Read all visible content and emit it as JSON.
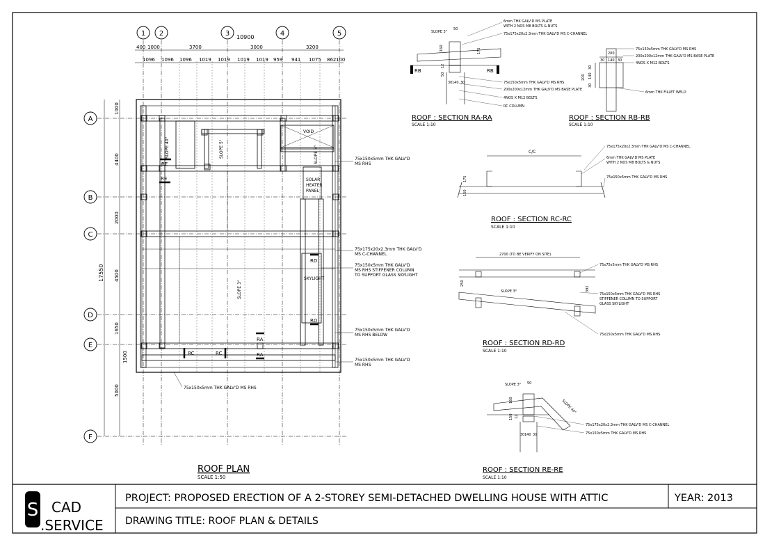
{
  "plan": {
    "title": "ROOF PLAN",
    "scale": "SCALE 1:50",
    "grid_cols": [
      "1",
      "2",
      "3",
      "4",
      "5"
    ],
    "grid_rows": [
      "A",
      "B",
      "C",
      "D",
      "E",
      "F"
    ],
    "overall_width": "10900",
    "overall_length": "17550",
    "col_dims_top": [
      "400",
      "1000",
      "3700",
      "3000",
      "3200",
      "100"
    ],
    "col_dims_sub": [
      "1096",
      "1096",
      "1096",
      "1019",
      "1019",
      "1019",
      "1019",
      "959",
      "941",
      "1075",
      "862"
    ],
    "row_dims": [
      "1000",
      "4400",
      "2000",
      "4500",
      "1650",
      "1500",
      "5000"
    ],
    "labels": {
      "void": "VOID",
      "solar": [
        "SOLAR",
        "HEATER",
        "PANEL"
      ],
      "skylight": "SKYLIGHT",
      "slope_40": "SLOPE 40°",
      "slope_5a": "SLOPE 5°",
      "slope_5b": "SLOPE 5°",
      "slope_3": "SLOPE 3°"
    },
    "tags": {
      "re1": "RE",
      "re2": "RE",
      "rd1": "RD",
      "rd2": "RD",
      "ra1": "RA",
      "ra2": "RA",
      "rc1": "RC",
      "rc2": "RC"
    },
    "notes": {
      "n1": [
        "75x150x5mm THK GALV'D",
        "MS RHS"
      ],
      "n2": [
        "75x175x20x2.3mm THK GALV'D",
        "MS C-CHANNEL"
      ],
      "n3": [
        "75x150x5mm THK GALV'D",
        "MS RHS STIFFENER COLUMN",
        "TO SUPPORT GLASS SKYLIGHT"
      ],
      "n4": [
        "75x150x5mm THK GALV'D",
        "MS RHS BELOW"
      ],
      "n5": [
        "75x150x5mm THK GALV'D",
        "MS RHS"
      ],
      "n6": "75x150x5mm THK GALV'D MS RHS"
    }
  },
  "sections": {
    "ra": {
      "title": "ROOF : SECTION RA-RA",
      "scale": "SCALE 1:10",
      "slope": "SLOPE 3°",
      "rb": "RB",
      "notes": [
        "6mm THK GALV'D MS PLATE",
        "WITH 2 NOS M8 BOLTS & NUTS",
        "75x175x20x2.3mm THK GALV'D MS C-CHANNEL",
        "75x150x5mm THK GALV'D MS RHS",
        "200x200x12mm THK GALV'D MS BASE PLATE",
        "4NOS X M12 BOLTS",
        "RC COLUMN"
      ],
      "dims": [
        "50",
        "160",
        "175",
        "12",
        "50",
        "30",
        "140",
        "30"
      ]
    },
    "rb": {
      "title": "ROOF : SECTION RB-RB",
      "scale": "SCALE 1:10",
      "notes": [
        "75x150x5mm THK GALV'D MS RHS",
        "200x200x12mm THK GALV'D MS BASE PLATE",
        "4NOS X M12 BOLTS",
        "6mm THK FILLET WELD"
      ],
      "dims": [
        "200",
        "30",
        "140",
        "30",
        "200",
        "30",
        "140",
        "30"
      ]
    },
    "rc": {
      "title": "ROOF : SECTION RC-RC",
      "scale": "SCALE 1:10",
      "cc": "C/C",
      "notes": [
        "75x175x20x2.3mm THK GALV'D MS C-CHANNEL",
        "6mm THK GALV'D MS PLATE",
        "WITH 2 NOS M8 BOLTS & NUTS",
        "75x150x5mm THK GALV'D MS RHS"
      ],
      "dims": [
        "175",
        "150"
      ]
    },
    "rd": {
      "title": "ROOF : SECTION RD-RD",
      "scale": "SCALE 1:10",
      "span": "2700 (TO BE VERIFY ON SITE)",
      "slope": "SLOPE 3°",
      "notes": [
        "75x75x5mm THK GALV'D MS RHS",
        "75x150x5mm THK GALV'D MS RHS",
        "STIFFENER COLUMN TO SUPPORT",
        "GLASS SKYLIGHT",
        "75x150x5mm THK GALV'D MS RHS"
      ],
      "dims": [
        "250",
        "392"
      ]
    },
    "re": {
      "title": "ROOF : SECTION RE-RE",
      "scale": "SCALE 1:10",
      "slope_a": "SLOPE 3°",
      "slope_b": "SLOPE 40°",
      "notes": [
        "75x175x20x2.3mm THK GALV'D MS C-CHANNEL",
        "75x150x5mm THK GALV'D MS RHS"
      ],
      "dims": [
        "50",
        "160",
        "150",
        "12",
        "30",
        "140",
        "30"
      ]
    }
  },
  "titleblock": {
    "logo_letter": "S",
    "logo_line1": "CAD",
    "logo_line2": ".SERVICE",
    "project": "PROJECT: PROPOSED ERECTION OF A 2-STOREY SEMI-DETACHED DWELLING HOUSE WITH ATTIC",
    "year": "YEAR: 2013",
    "drawing_title": "DRAWING TITLE: ROOF PLAN & DETAILS"
  }
}
